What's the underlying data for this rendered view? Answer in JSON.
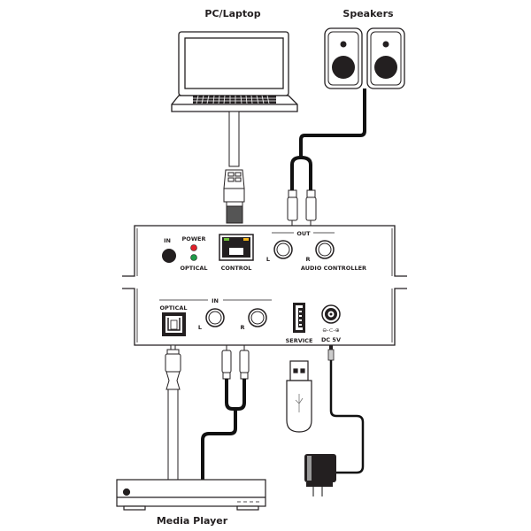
{
  "devices": {
    "pc": {
      "label": "PC/Laptop"
    },
    "speakers": {
      "label": "Speakers"
    },
    "media_player": {
      "label": "Media Player"
    }
  },
  "transmitter_panel": {
    "in_label": "IN",
    "power_label": "POWER",
    "optical_label": "OPTICAL",
    "control_label": "CONTROL",
    "out_label": "OUT",
    "l_label": "L",
    "r_label": "R",
    "audio_controller_label": "AUDIO CONTROLLER",
    "led_colors": {
      "power": "#e0202a",
      "optical": "#1f9a48"
    },
    "rj45_led_colors": {
      "left": "#6fbf3a",
      "right": "#f2b31a"
    }
  },
  "receiver_panel": {
    "in_label": "IN",
    "optical_label": "OPTICAL",
    "l_label": "L",
    "r_label": "R",
    "service_label": "SERVICE",
    "dc_label": "DC 5V",
    "polarity_label": "⊖-⊂-⊕"
  },
  "colors": {
    "line": "#231f20",
    "panel": "#ffffff",
    "cable": "#111111"
  }
}
